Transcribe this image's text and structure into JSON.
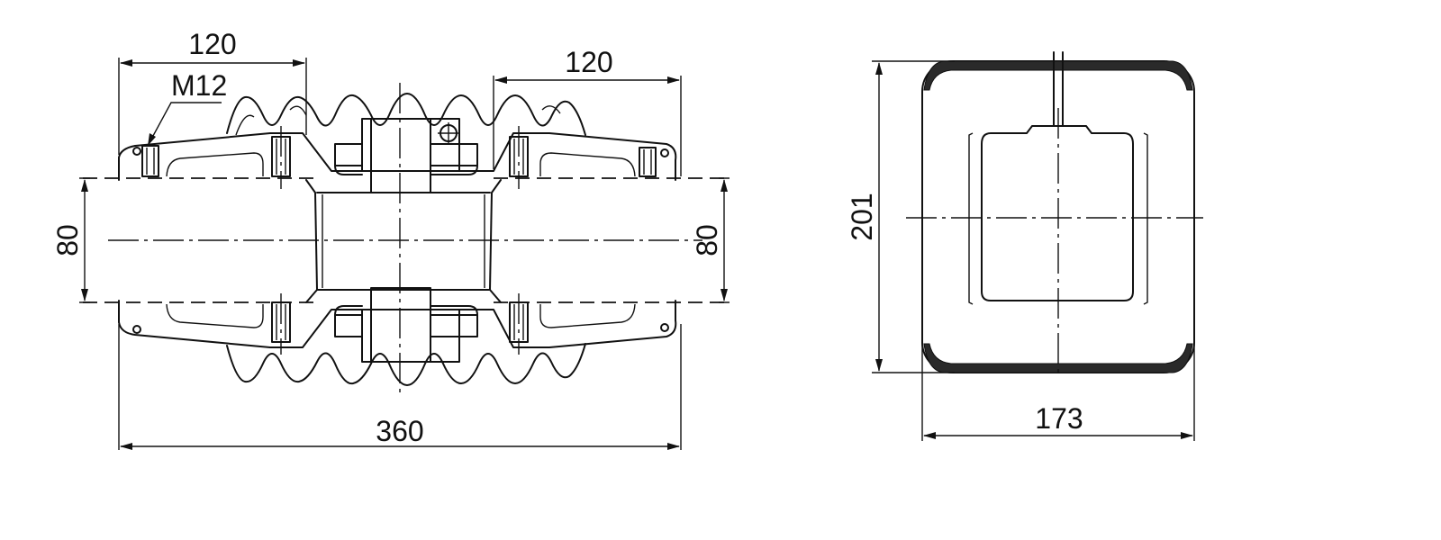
{
  "side_view": {
    "dim_left_top": "120",
    "dim_right_top": "120",
    "thread_label": "M12",
    "dim_left_height": "80",
    "dim_right_height": "80",
    "dim_total_length": "360"
  },
  "end_view": {
    "dim_height": "201",
    "dim_width": "173"
  },
  "colors": {
    "line": "#111111",
    "background": "#ffffff"
  }
}
